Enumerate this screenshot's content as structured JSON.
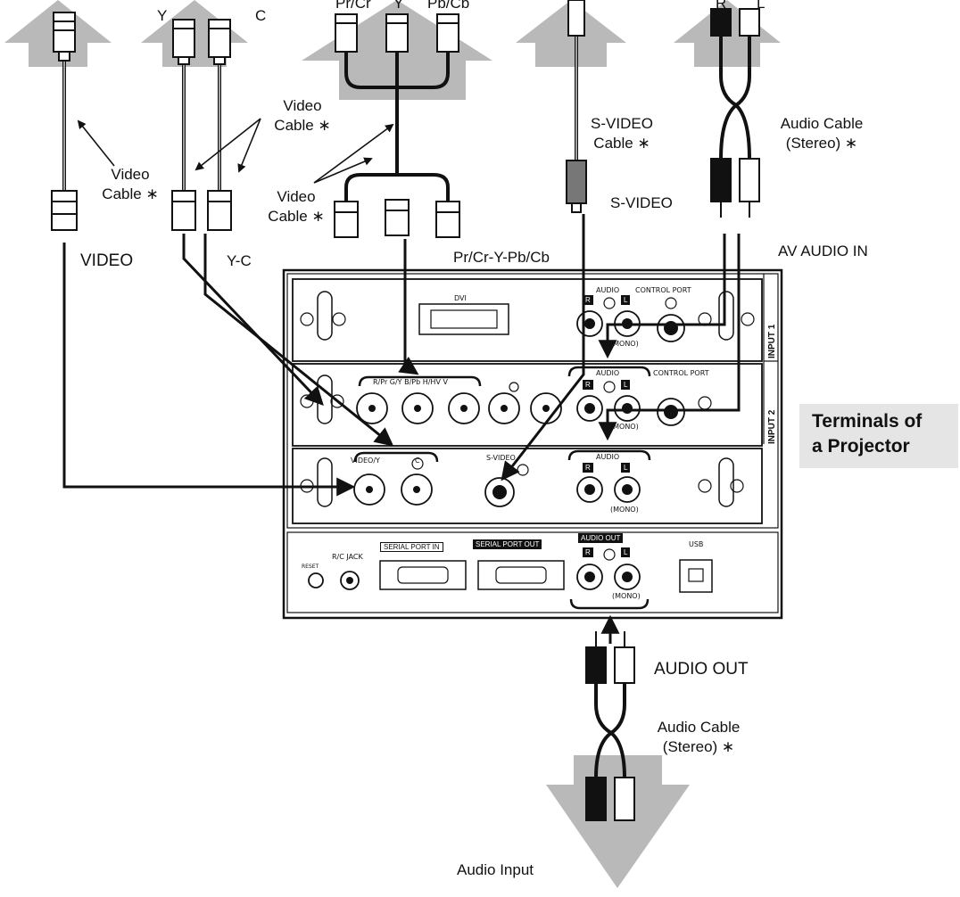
{
  "top_labels": {
    "y": "Y",
    "c": "C",
    "pr_cr": "Pr/Cr",
    "y2": "Y",
    "pb_cb": "Pb/Cb",
    "r": "R",
    "l": "L"
  },
  "cables": {
    "video_cable_1": {
      "line1": "Video",
      "line2": "Cable ∗"
    },
    "video_cable_2": {
      "line1": "Video",
      "line2": "Cable ∗"
    },
    "video_cable_3": {
      "line1": "Video",
      "line2": "Cable ∗"
    },
    "svideo_cable": {
      "line1": "S-VIDEO",
      "line2": "Cable ∗"
    },
    "audio_cable_top": {
      "line1": "Audio Cable",
      "line2": "(Stereo) ∗"
    },
    "audio_cable_bottom": {
      "line1": "Audio Cable",
      "line2": "(Stereo) ∗"
    }
  },
  "source_labels": {
    "video": "VIDEO",
    "yc": "Y-C",
    "component": "Pr/Cr-Y-Pb/Cb",
    "svideo": "S-VIDEO",
    "av_audio_in": "AV AUDIO IN",
    "audio_out": "AUDIO OUT",
    "audio_input": "Audio Input"
  },
  "panel": {
    "input1": "INPUT 1",
    "input2": "INPUT 2",
    "dvi": "DVI",
    "audio": "AUDIO",
    "control_port": "CONTROL PORT",
    "mono": "(MONO)",
    "r_mark": "R",
    "l_mark": "L",
    "component_row": "R/Pr G/Y B/Pb H/HV V",
    "video_y": "VIDEO/Y",
    "c": "C",
    "s_video": "S-VIDEO",
    "reset": "RESET",
    "rc_jack": "R/C JACK",
    "serial_in": "SERIAL PORT IN",
    "serial_out": "SERIAL PORT OUT",
    "audio_out": "AUDIO OUT",
    "usb": "USB"
  },
  "callout": {
    "line1": "Terminals of",
    "line2": "a Projector"
  },
  "colors": {
    "arrow_fill": "#b9b9b9",
    "line": "#111111",
    "callout_bg": "#e5e5e5"
  }
}
